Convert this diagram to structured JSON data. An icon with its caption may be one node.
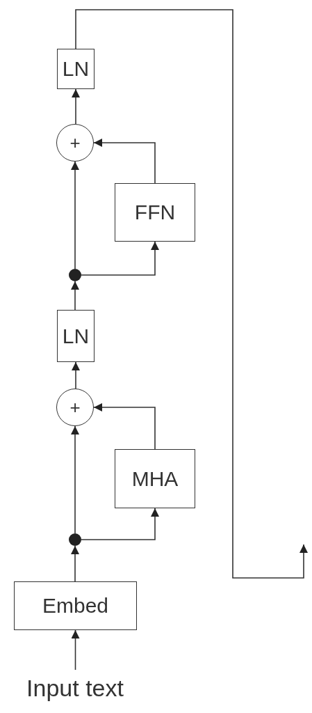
{
  "diagram": {
    "nodes": [
      {
        "text": [
          "LN"
        ]
      },
      {
        "text": [
          "+"
        ]
      },
      {
        "text": [
          "FFN"
        ]
      },
      {
        "text": [],
        "shape": "circle"
      },
      {
        "text": [
          "LN"
        ]
      },
      {
        "text": [
          "+"
        ]
      },
      {
        "text": [
          "MHA"
        ]
      },
      {
        "text": [],
        "shape": "circle"
      },
      {
        "text": [
          "Embed"
        ]
      },
      {
        "text": [
          "Input text"
        ]
      }
    ],
    "edges": [
      {
        "from": 9,
        "to": 8,
        "arrow": "to"
      },
      {
        "from": 8,
        "to": 7,
        "arrow": "to"
      },
      {
        "from": 7,
        "to": 5,
        "arrow": "to"
      },
      {
        "from": 7,
        "to": 6,
        "arrow": "to"
      },
      {
        "from": 6,
        "to": 5,
        "arrow": "to"
      },
      {
        "from": 5,
        "to": 4,
        "arrow": "to"
      },
      {
        "from": 4,
        "to": 3,
        "arrow": "to"
      },
      {
        "from": 3,
        "to": 1,
        "arrow": "to"
      },
      {
        "from": 3,
        "to": 2,
        "arrow": "to"
      },
      {
        "from": 2,
        "to": 1,
        "arrow": "to"
      },
      {
        "from": 1,
        "to": 0,
        "arrow": "to"
      },
      {
        "from": 0,
        "to": null,
        "arrow": "to"
      }
    ]
  }
}
